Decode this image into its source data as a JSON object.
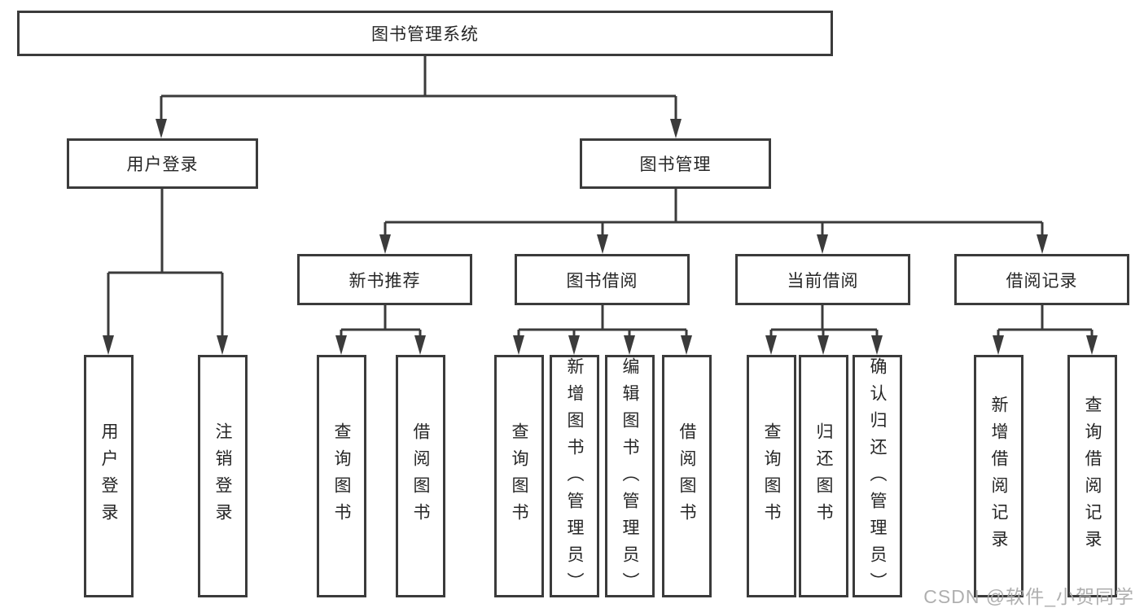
{
  "tree": {
    "root": {
      "label": "图书管理系统"
    },
    "children": [
      {
        "label": "用户登录",
        "children": [
          {
            "label": "用户登录"
          },
          {
            "label": "注销登录"
          }
        ]
      },
      {
        "label": "图书管理",
        "children": [
          {
            "label": "新书推荐",
            "children": [
              {
                "label": "查询图书"
              },
              {
                "label": "借阅图书"
              }
            ]
          },
          {
            "label": "图书借阅",
            "children": [
              {
                "label": "查询图书"
              },
              {
                "label": "新增图书（管理员）"
              },
              {
                "label": "编辑图书（管理员）"
              },
              {
                "label": "借阅图书"
              }
            ]
          },
          {
            "label": "当前借阅",
            "children": [
              {
                "label": "查询图书"
              },
              {
                "label": "归还图书"
              },
              {
                "label": "确认归还（管理员）"
              }
            ]
          },
          {
            "label": "借阅记录",
            "children": [
              {
                "label": "新增借阅记录"
              },
              {
                "label": "查询借阅记录"
              }
            ]
          }
        ]
      }
    ]
  },
  "watermark": {
    "text": "CSDN @软件_小贺同学"
  },
  "colors": {
    "line": "#3b3b3b",
    "box_border": "#3b3b3b",
    "text": "#262626",
    "watermark": "#a8a8a8"
  }
}
